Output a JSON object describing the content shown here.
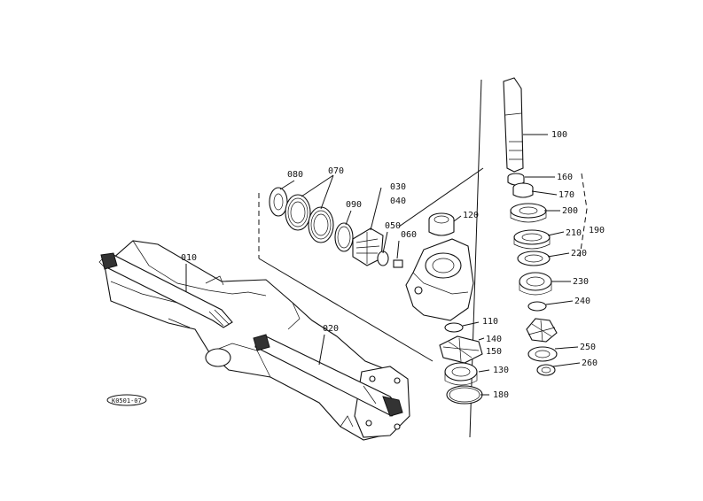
{
  "diagram": {
    "callouts": {
      "p010": "010",
      "p020": "020",
      "p030": "030",
      "p040": "040",
      "p050": "050",
      "p060": "060",
      "p070": "070",
      "p080": "080",
      "p090": "090",
      "p100": "100",
      "p110": "110",
      "p120": "120",
      "p130": "130",
      "p140": "140",
      "p150": "150",
      "p160": "160",
      "p170": "170",
      "p180": "180",
      "p190": "190",
      "p200": "200",
      "p210": "210",
      "p220": "220",
      "p230": "230",
      "p240": "240",
      "p250": "250",
      "p260": "260"
    },
    "reference_code": "K0501-07"
  }
}
